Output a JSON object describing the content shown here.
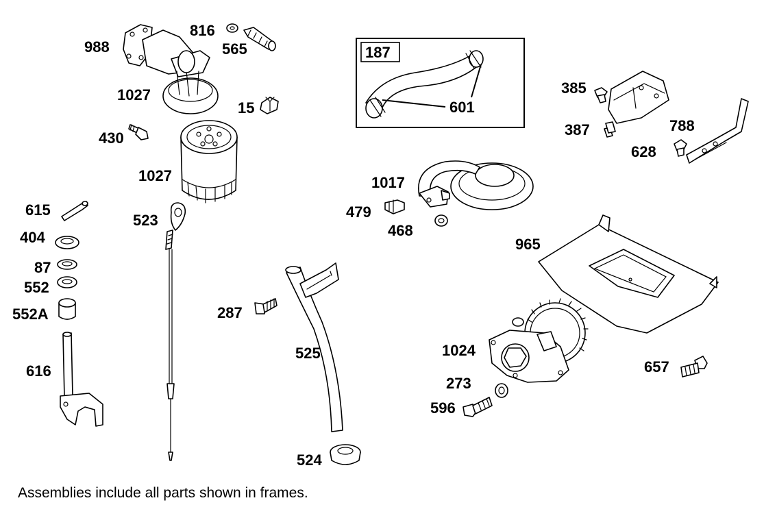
{
  "labels": {
    "l988": "988",
    "l816": "816",
    "l565": "565",
    "l1027a": "1027",
    "l15": "15",
    "l430": "430",
    "l1027b": "1027",
    "l187": "187",
    "l601": "601",
    "l385": "385",
    "l387": "387",
    "l788": "788",
    "l628": "628",
    "l1017": "1017",
    "l479": "479",
    "l468": "468",
    "l615": "615",
    "l523": "523",
    "l404": "404",
    "l87": "87",
    "l552": "552",
    "l552a": "552A",
    "l616": "616",
    "l965": "965",
    "l287": "287",
    "l525": "525",
    "l1024": "1024",
    "l657": "657",
    "l273": "273",
    "l596": "596",
    "l524": "524"
  },
  "footer": "Assemblies include all parts shown in frames."
}
